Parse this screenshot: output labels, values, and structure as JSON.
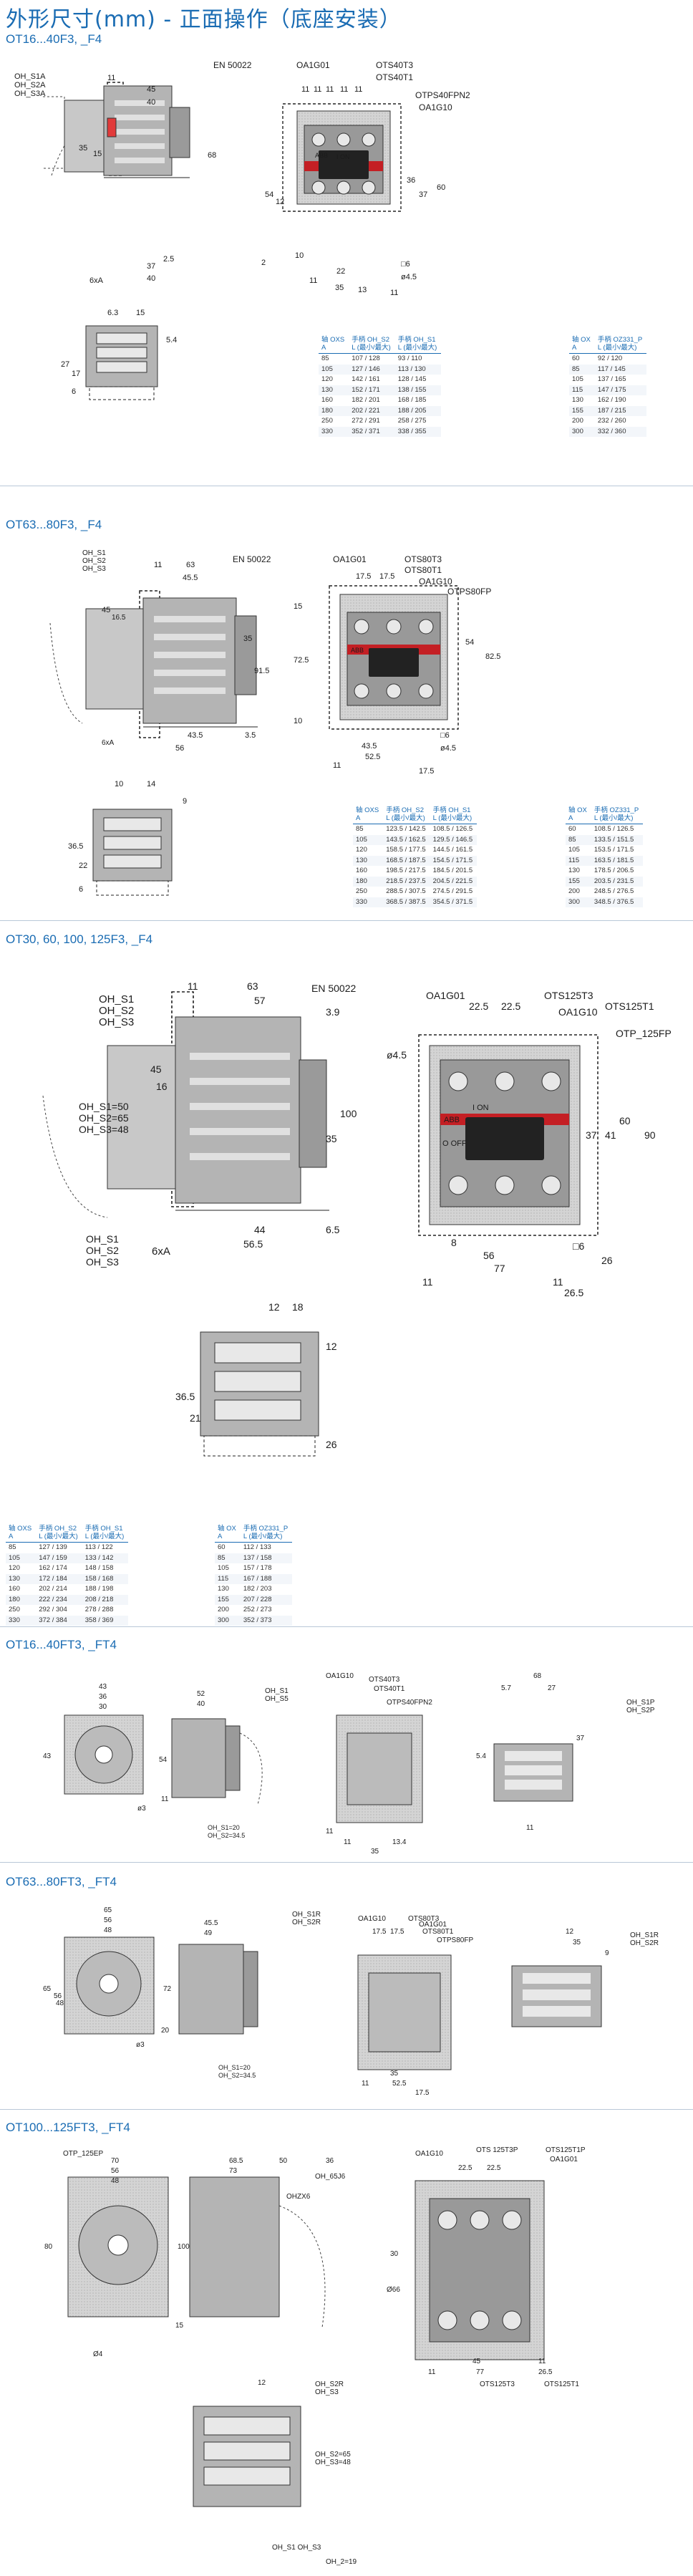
{
  "page_title": "外形尺寸(mm) - 正面操作（底座安装）",
  "sections": [
    {
      "title": "OT16...40F3, _F4"
    },
    {
      "title": "OT63...80F3, _F4"
    },
    {
      "title": "OT30, 60, 100, 125F3, _F4"
    },
    {
      "title": "OT16...40FT3, _FT4"
    },
    {
      "title": "OT63...80FT3, _FT4"
    },
    {
      "title": "OT100...125FT3, _FT4"
    }
  ],
  "labels": {
    "en": "EN 50022",
    "oa1g01": "OA1G01",
    "oa1g10": "OA1G10",
    "ots40t3": "OTS40T3",
    "ots40t1": "OTS40T1",
    "otps40fpn2": "OTPS40FPN2",
    "ots80t3": "OTS80T3",
    "ots80t1": "OTS80T1",
    "otps80fp": "OTPS80FP",
    "ots125t3": "OTS125T3",
    "ots125t1": "OTS125T1",
    "otp125fp": "OTP_125FP",
    "ots125t3p": "OTS 125T3P",
    "ots125t1p": "OTS125T1P",
    "oh_s1a": "OH_S1A",
    "oh_s2a": "OH_S2A",
    "oh_s3a": "OH_S3A",
    "oh_s1": "OH_S1",
    "oh_s2": "OH_S2",
    "oh_s3": "OH_S3",
    "oh_s1_50": "OH_S1=50",
    "oh_s2_65": "OH_S2=65",
    "oh_s3_48": "OH_S3=48",
    "sixa": "6xA",
    "abb": "ABB",
    "on": "I ON",
    "off": "O OFF",
    "oh_s1p": "OH_S1P",
    "oh_s2p": "OH_S2P",
    "oh_s1r": "OH_S1R",
    "oh_s2r": "OH_S2R",
    "oh_s5": "OH_S5",
    "oh_65j6": "OH_65J6",
    "ohzx6": "OHZX6",
    "otp125ep": "OTP_125EP",
    "phi66": "Ø66",
    "phi4": "Ø4"
  },
  "tables": {
    "t1a": {
      "headers": [
        [
          "轴 OXS",
          "A"
        ],
        [
          "手柄 OH_S2",
          "L (最小/最大)"
        ],
        [
          "手柄 OH_S1",
          "L (最小/最大)"
        ]
      ],
      "rows": [
        [
          "85",
          "107 / 128",
          "93 / 110"
        ],
        [
          "105",
          "127 / 146",
          "113 / 130"
        ],
        [
          "120",
          "142 / 161",
          "128 / 145"
        ],
        [
          "130",
          "152 / 171",
          "138 / 155"
        ],
        [
          "160",
          "182 / 201",
          "168 / 185"
        ],
        [
          "180",
          "202 / 221",
          "188 / 205"
        ],
        [
          "250",
          "272 / 291",
          "258 / 275"
        ],
        [
          "330",
          "352 / 371",
          "338 / 355"
        ]
      ]
    },
    "t1b": {
      "headers": [
        [
          "轴 OX",
          "A"
        ],
        [
          "手柄 OZ331_P",
          "L (最小/最大)"
        ]
      ],
      "rows": [
        [
          "60",
          "92 / 120"
        ],
        [
          "85",
          "117 / 145"
        ],
        [
          "105",
          "137 / 165"
        ],
        [
          "115",
          "147 / 175"
        ],
        [
          "130",
          "162 / 190"
        ],
        [
          "155",
          "187 / 215"
        ],
        [
          "200",
          "232 / 260"
        ],
        [
          "300",
          "332 / 360"
        ]
      ]
    },
    "t2a": {
      "headers": [
        [
          "轴 OXS",
          "A"
        ],
        [
          "手柄 OH_S2",
          "L (最小/最大)"
        ],
        [
          "手柄 OH_S1",
          "L (最小/最大)"
        ]
      ],
      "rows": [
        [
          "85",
          "123.5 / 142.5",
          "108.5 / 126.5"
        ],
        [
          "105",
          "143.5 / 162.5",
          "129.5 / 146.5"
        ],
        [
          "120",
          "158.5 / 177.5",
          "144.5 / 161.5"
        ],
        [
          "130",
          "168.5 / 187.5",
          "154.5 / 171.5"
        ],
        [
          "160",
          "198.5 / 217.5",
          "184.5 / 201.5"
        ],
        [
          "180",
          "218.5 / 237.5",
          "204.5 / 221.5"
        ],
        [
          "250",
          "288.5 / 307.5",
          "274.5 / 291.5"
        ],
        [
          "330",
          "368.5 / 387.5",
          "354.5 / 371.5"
        ]
      ]
    },
    "t2b": {
      "headers": [
        [
          "轴 OX",
          "A"
        ],
        [
          "手柄 OZ331_P",
          "L (最小/最大)"
        ]
      ],
      "rows": [
        [
          "60",
          "108.5 / 126.5"
        ],
        [
          "85",
          "133.5 / 151.5"
        ],
        [
          "105",
          "153.5 / 171.5"
        ],
        [
          "115",
          "163.5 / 181.5"
        ],
        [
          "130",
          "178.5 / 206.5"
        ],
        [
          "155",
          "203.5 / 231.5"
        ],
        [
          "200",
          "248.5 / 276.5"
        ],
        [
          "300",
          "348.5 / 376.5"
        ]
      ]
    },
    "t3a": {
      "headers": [
        [
          "轴 OXS",
          "A"
        ],
        [
          "手柄 OH_S2",
          "L (最小/最大)"
        ],
        [
          "手柄 OH_S1",
          "L (最小/最大)"
        ]
      ],
      "rows": [
        [
          "85",
          "127 / 139",
          "113 / 122"
        ],
        [
          "105",
          "147 / 159",
          "133 / 142"
        ],
        [
          "120",
          "162 / 174",
          "148 / 158"
        ],
        [
          "130",
          "172 / 184",
          "158 / 168"
        ],
        [
          "160",
          "202 / 214",
          "188 / 198"
        ],
        [
          "180",
          "222 / 234",
          "208 / 218"
        ],
        [
          "250",
          "292 / 304",
          "278 / 288"
        ],
        [
          "330",
          "372 / 384",
          "358 / 369"
        ]
      ]
    },
    "t3b": {
      "headers": [
        [
          "轴 OX",
          "A"
        ],
        [
          "手柄 OZ331_P",
          "L (最小/最大)"
        ]
      ],
      "rows": [
        [
          "60",
          "112 / 133"
        ],
        [
          "85",
          "137 / 158"
        ],
        [
          "105",
          "157 / 178"
        ],
        [
          "115",
          "167 / 188"
        ],
        [
          "130",
          "182 / 203"
        ],
        [
          "155",
          "207 / 228"
        ],
        [
          "200",
          "252 / 273"
        ],
        [
          "300",
          "352 / 373"
        ]
      ]
    }
  },
  "dims": {
    "s1": [
      "11",
      "45",
      "40",
      "35",
      "15",
      "68",
      "2.5",
      "37",
      "40",
      "11",
      "11",
      "11",
      "11",
      "11",
      "54",
      "12",
      "36",
      "37",
      "60",
      "2",
      "10",
      "22",
      "11",
      "35",
      "13",
      "11",
      "6.3",
      "15",
      "5.4",
      "27",
      "17",
      "6",
      "ø4.5",
      "□6"
    ],
    "s2": [
      "11",
      "63",
      "45.5",
      "45",
      "16.5",
      "91.5",
      "35",
      "43.5",
      "56",
      "3.5",
      "17.5",
      "17.5",
      "72.5",
      "54",
      "82.5",
      "15",
      "10",
      "43.5",
      "52.5",
      "11",
      "17.5",
      "10",
      "14",
      "9",
      "36.5",
      "22",
      "6",
      "ø4.5",
      "□6"
    ],
    "s3": [
      "11",
      "63",
      "57",
      "3.9",
      "45",
      "16",
      "35",
      "100",
      "44",
      "56.5",
      "6.5",
      "22.5",
      "22.5",
      "37",
      "41",
      "60",
      "90",
      "8",
      "56",
      "77",
      "11",
      "26",
      "26.5",
      "11",
      "12",
      "18",
      "12",
      "36.5",
      "21",
      "26",
      "ø4.5",
      "□6"
    ],
    "s4": [
      "43",
      "36",
      "30",
      "52",
      "40",
      "43",
      "54",
      "11",
      "ø3",
      "11",
      "11",
      "13.4",
      "35",
      "68",
      "5.7",
      "27",
      "37",
      "5.4",
      "11",
      "OH_S1=20",
      "OH_S2=34.5"
    ],
    "s5": [
      "65",
      "56",
      "48",
      "45.5",
      "49",
      "72",
      "65",
      "56",
      "20",
      "48",
      "17.5",
      "17.5",
      "35",
      "52.5",
      "11",
      "17.5",
      "ø3",
      "OH_S1=20",
      "OH_S2=34.5",
      "12",
      "35",
      "9"
    ],
    "s6": [
      "70",
      "56",
      "48",
      "68.5",
      "73",
      "50",
      "36",
      "80",
      "100",
      "22.5",
      "22.5",
      "30",
      "12",
      "45",
      "77",
      "11",
      "26.5",
      "15",
      "11",
      "OH_S2=65",
      "OH_S3=48",
      "OH_S1 OH_S3",
      "OH_2=19"
    ]
  }
}
